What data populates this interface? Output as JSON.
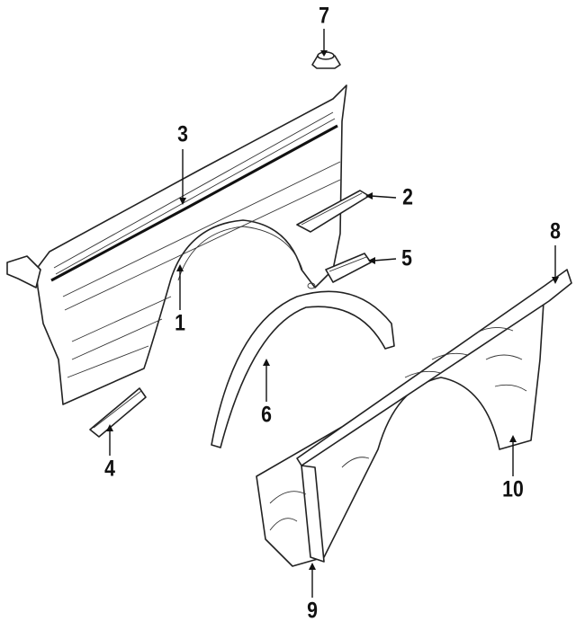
{
  "diagram": {
    "title": "Fender and related components",
    "callouts": [
      {
        "id": "1",
        "label": "1",
        "part": "fender-left"
      },
      {
        "id": "2",
        "label": "2",
        "part": "molding"
      },
      {
        "id": "3",
        "label": "3",
        "part": "stripe"
      },
      {
        "id": "4",
        "label": "4",
        "part": "lower-molding"
      },
      {
        "id": "5",
        "label": "5",
        "part": "side-molding"
      },
      {
        "id": "6",
        "label": "6",
        "part": "wheel-opening-molding"
      },
      {
        "id": "7",
        "label": "7",
        "part": "clip"
      },
      {
        "id": "8",
        "label": "8",
        "part": "upper-seal"
      },
      {
        "id": "9",
        "label": "9",
        "part": "rear-seal"
      },
      {
        "id": "10",
        "label": "10",
        "part": "fender-right"
      }
    ]
  }
}
